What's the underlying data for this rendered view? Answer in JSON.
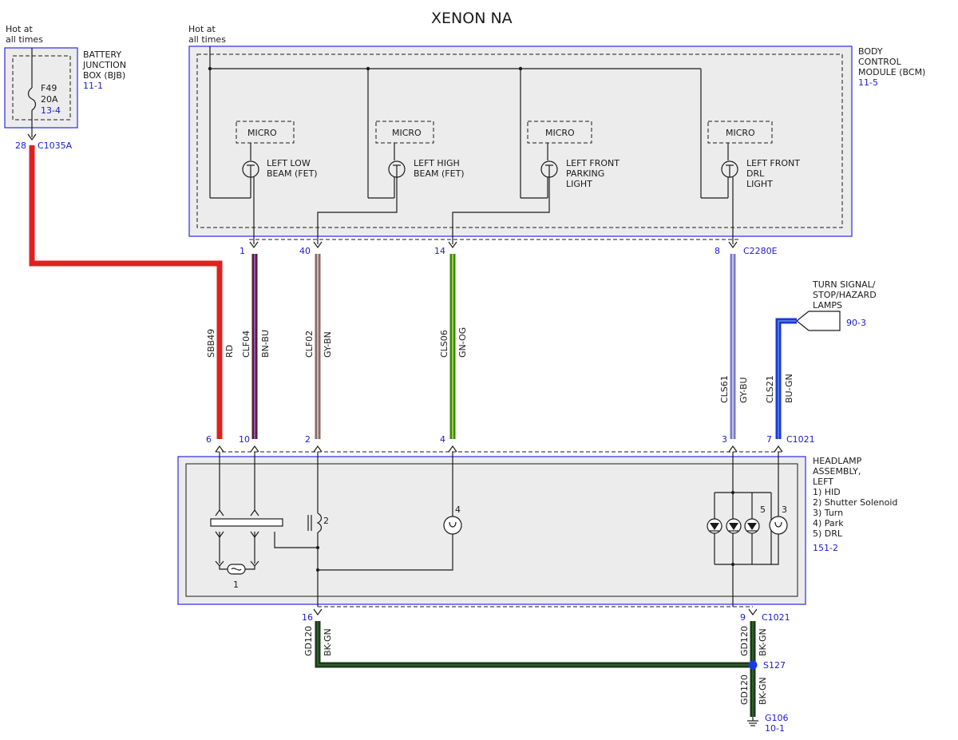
{
  "title": "XENON NA",
  "power": {
    "left_hot": [
      "Hot at",
      "all times"
    ],
    "bcm_hot": [
      "Hot at",
      "all times"
    ]
  },
  "bjb": {
    "name": [
      "BATTERY",
      "JUNCTION",
      "BOX (BJB)"
    ],
    "ref": "11-1",
    "fuse_id": "F49",
    "fuse_rating": "20A",
    "fuse_ref": "13-4",
    "pin": "28",
    "connector": "C1035A"
  },
  "bcm": {
    "name": [
      "BODY",
      "CONTROL",
      "MODULE (BCM)"
    ],
    "ref": "11-5",
    "connector": "C2280E",
    "outputs": [
      {
        "micro": "MICRO",
        "label": [
          "LEFT LOW",
          "BEAM (FET)"
        ],
        "pin": "1"
      },
      {
        "micro": "MICRO",
        "label": [
          "LEFT HIGH",
          "BEAM (FET)"
        ],
        "pin": "40"
      },
      {
        "micro": "MICRO",
        "label": [
          "LEFT FRONT",
          "PARKING",
          "LIGHT"
        ],
        "pin": "14"
      },
      {
        "micro": "MICRO",
        "label": [
          "LEFT FRONT",
          "DRL",
          "LIGHT"
        ],
        "pin": "8"
      }
    ]
  },
  "wires": [
    {
      "circuit": "SBB49",
      "color_code": "RD",
      "color": "#e02020",
      "bottom_pin": "6"
    },
    {
      "circuit": "CLF04",
      "color_code": "BN-BU",
      "color": "#6b2a4a",
      "bottom_pin": "10"
    },
    {
      "circuit": "CLF02",
      "color_code": "GY-BN",
      "color": "#9a7a72",
      "bottom_pin": "2"
    },
    {
      "circuit": "CLS06",
      "color_code": "GN-OG",
      "color": "#4a9a1a",
      "bottom_pin": "4"
    },
    {
      "circuit": "CLS61",
      "color_code": "GY-BU",
      "color": "#8a8ad8",
      "bottom_pin": "3"
    },
    {
      "circuit": "CLS21",
      "color_code": "BU-GN",
      "color": "#1a3ad0",
      "bottom_pin": "7"
    }
  ],
  "turn_signal": {
    "label": [
      "TURN SIGNAL/",
      "STOP/HAZARD",
      "LAMPS"
    ],
    "ref": "90-3"
  },
  "headlamp": {
    "top_connector": "C1021",
    "name": [
      "HEADLAMP",
      "ASSEMBLY,",
      "LEFT"
    ],
    "legend": [
      "1) HID",
      "2) Shutter Solenoid",
      "3) Turn",
      "4) Park",
      "5) DRL"
    ],
    "ref": "151-2",
    "component_labels": {
      "hid": "1",
      "solenoid": "2",
      "park": "4",
      "drl": "5",
      "turn": "3"
    },
    "bottom_pins": [
      "16",
      "9"
    ],
    "bottom_connector": "C1021"
  },
  "ground": {
    "circuit": "GD120",
    "color_code": "BK-GN",
    "splice": "S127",
    "ground_id": "G106",
    "ground_ref": "10-1"
  }
}
